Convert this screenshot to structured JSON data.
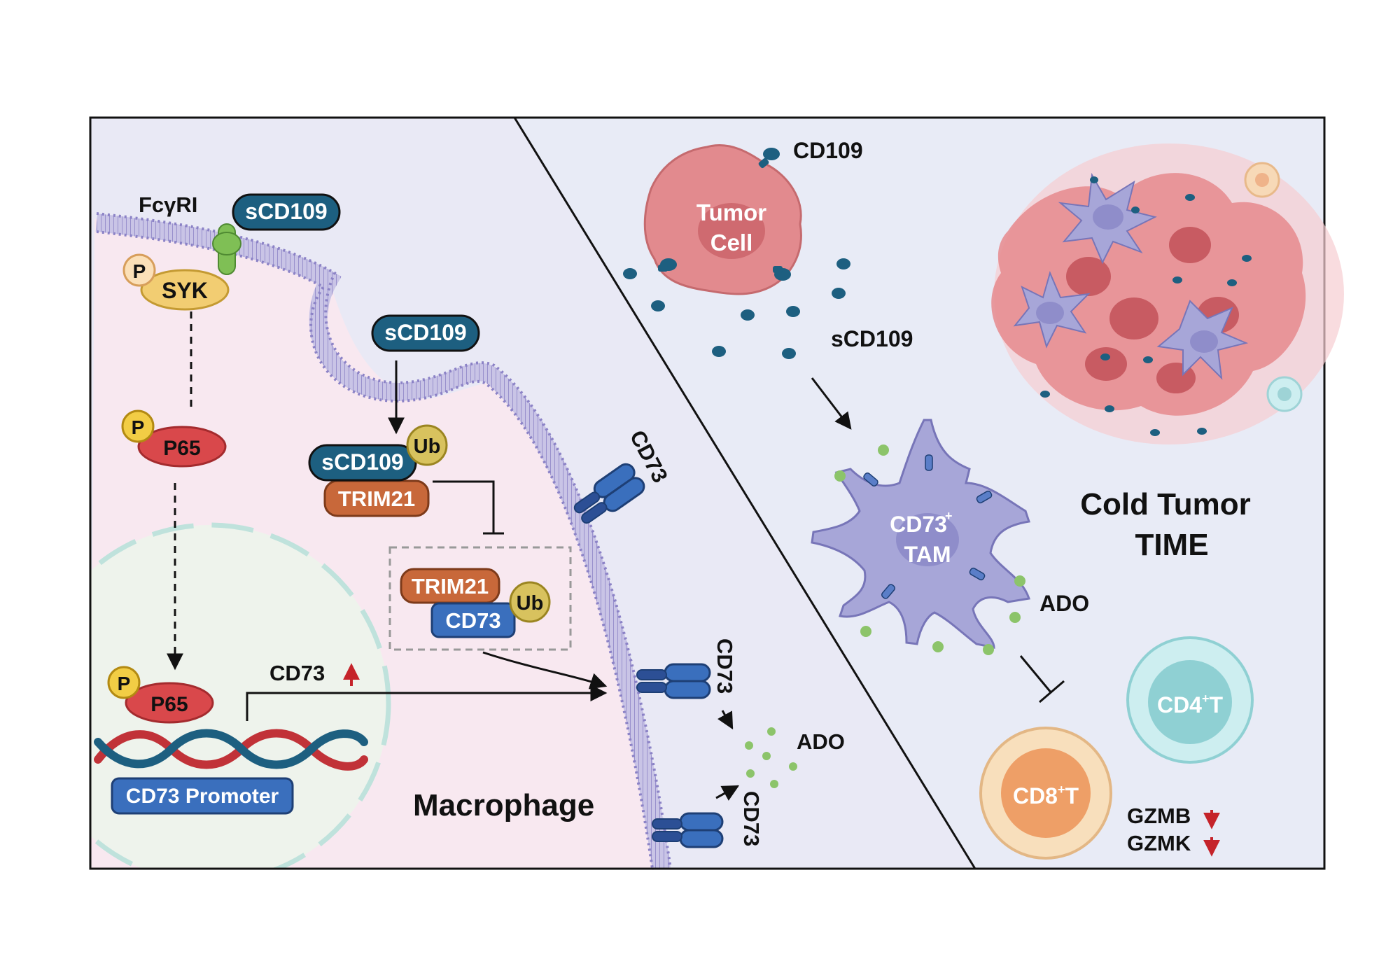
{
  "left_panel": {
    "receptor_label": "FcγRI",
    "scd109_bound": "sCD109",
    "phospho": "P",
    "syk": "SYK",
    "scd109_internal": "sCD109",
    "p65_upper": "P65",
    "scd109_ub": "sCD109",
    "ub": "Ub",
    "trim21": "TRIM21",
    "trim21_box": "TRIM21",
    "cd73_box": "CD73",
    "ub_box": "Ub",
    "p65_lower": "P65",
    "cd73_up": "CD73",
    "cd73_promoter": "CD73 Promoter",
    "macrophage": "Macrophage",
    "cd73_membrane_1": "CD73",
    "cd73_membrane_2": "CD73",
    "cd73_membrane_3": "CD73",
    "ado": "ADO"
  },
  "right_panel": {
    "cd109": "CD109",
    "tumor_cell_l1": "Tumor",
    "tumor_cell_l2": "Cell",
    "scd109": "sCD109",
    "tam_l1": "CD73",
    "tam_sup": "+",
    "tam_l2": "TAM",
    "ado": "ADO",
    "cold_l1": "Cold Tumor",
    "cold_l2": "TIME",
    "cd4_pre": "CD4",
    "cd4_sup": "+",
    "cd4_post": "T",
    "cd8_pre": "CD8",
    "cd8_sup": "+",
    "cd8_post": "T",
    "gzmb": "GZMB",
    "gzmk": "GZMK"
  },
  "colors": {
    "teal_dark": "#1d5f80",
    "syk": "#f2cd72",
    "p65": "#d9484b",
    "trim21": "#c8683a",
    "cd73": "#3a6fbd",
    "membrane": "#8b82c6",
    "tumor": "#e3868a",
    "tam": "#a7a6d8",
    "cd4": "#8fd0d3",
    "cd8": "#ee9f67",
    "down_arrow": "#c5232a"
  }
}
